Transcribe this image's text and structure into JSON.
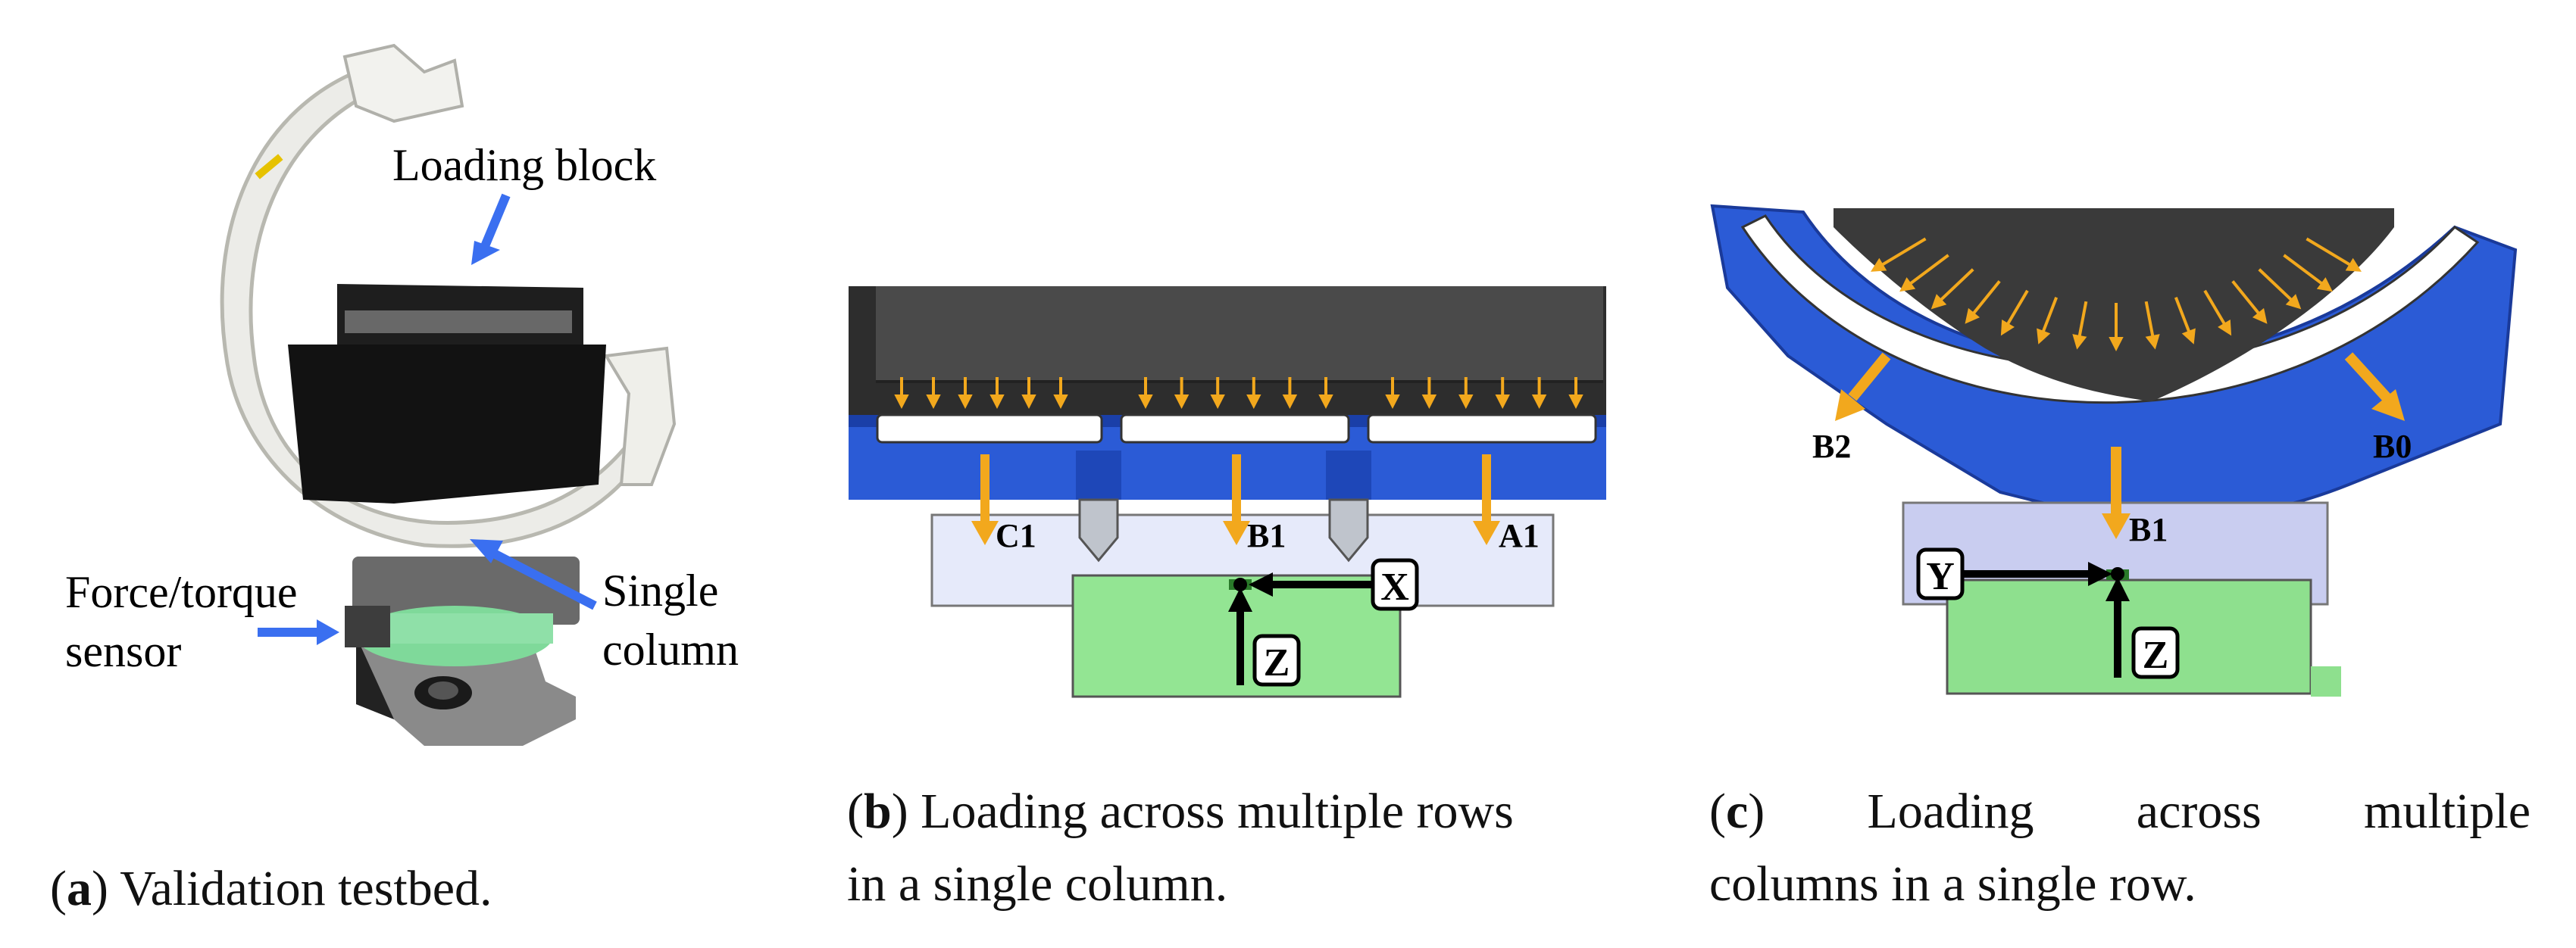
{
  "panel_a": {
    "labels": {
      "loading_block": "Loading block",
      "force_torque_1": "Force/torque",
      "force_torque_2": "sensor",
      "single_column_1": "Single",
      "single_column_2": "column"
    },
    "caption": {
      "tag": "a",
      "text": "Validation testbed."
    }
  },
  "panel_b": {
    "labels": {
      "c1": "C1",
      "b1": "B1",
      "a1": "A1",
      "x_axis": "X",
      "z_axis": "Z"
    },
    "caption": {
      "tag": "b",
      "line1": ") Loading across multiple rows",
      "line2": "in a single column."
    }
  },
  "panel_c": {
    "labels": {
      "b2": "B2",
      "b0": "B0",
      "b1": "B1",
      "y_axis": "Y",
      "z_axis": "Z"
    },
    "caption": {
      "tag": "c",
      "line1": ") Loading across multiple",
      "line2": "columns in a single row."
    }
  },
  "colors": {
    "arrow_blue": "#3a6ff0",
    "load_orange": "#f2a81d",
    "bracket_blue": "#2b5bd6",
    "sensor_green": "#8fe08f",
    "plate_lavender": "#c9cdf0",
    "block_dark": "#3a3a3a"
  }
}
